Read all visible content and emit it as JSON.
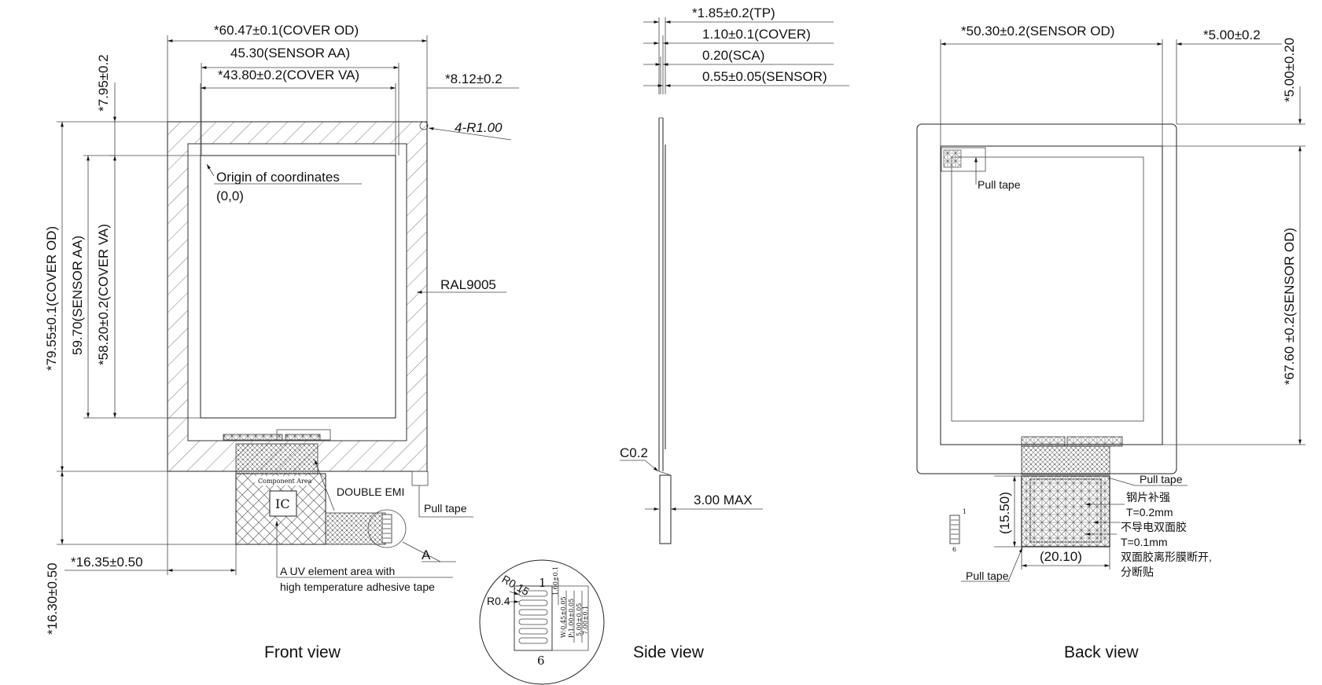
{
  "front": {
    "title": "Front view",
    "cover_od_width": "*60.47±0.1(COVER OD)",
    "sensor_aa_width": "45.30(SENSOR AA)",
    "cover_va_width": "*43.80±0.2(COVER VA)",
    "right_offset": "*8.12±0.2",
    "top_offset": "*7.95±0.2",
    "corner_radius": "4-R1.00",
    "origin_label": "Origin of coordinates",
    "origin_value": "(0,0)",
    "ral_label": "RAL9005",
    "cover_od_height": "*79.55±0.1(COVER OD)",
    "sensor_aa_height": "59.70(SENSOR AA)",
    "cover_va_height": "*58.20±0.2(COVER VA)",
    "component_area": "Component Area",
    "ic_label": "IC",
    "double_emi": "DOUBLE EMI",
    "pull_tape": "Pull tape",
    "detail_marker": "A",
    "fpc_offset": "*16.35±0.50",
    "fpc_length": "*16.30±0.50",
    "uv_note_line1": "A UV element area with",
    "uv_note_line2": "high temperature adhesive tape"
  },
  "detail": {
    "r015": "R0.15",
    "r04": "R0.4",
    "pin_first": "1",
    "pin_last": "6",
    "d1": "1.60±0.1",
    "d2": "W:0.45±0.05",
    "d3": "P:1.00±0.05",
    "d4": "5.00±0.05",
    "d5": "7.00±0.1"
  },
  "side": {
    "title": "Side view",
    "tp": "*1.85±0.2(TP)",
    "cover": "1.10±0.1(COVER)",
    "sca": "0.20(SCA)",
    "sensor": "0.55±0.05(SENSOR)",
    "chamfer": "C0.2",
    "max": "3.00 MAX"
  },
  "back": {
    "title": "Back view",
    "sensor_od_width": "*50.30±0.2(SENSOR OD)",
    "right_offset": "*5.00±0.2",
    "top_offset": "*5.00±0.20",
    "sensor_od_height": "*67.60 ±0.2(SENSOR OD)",
    "pull_tape_top": "Pull tape",
    "pull_tape_right": "Pull tape",
    "steel": "钢片补强",
    "steel_t": "T=0.2mm",
    "adhesive": "不导电双面胶",
    "adhesive_t": "T=0.1mm",
    "release_line1": "双面胶离形膜断开,",
    "release_line2": "分断贴",
    "stiffener_h": "(15.50)",
    "stiffener_w": "(20.10)",
    "pull_tape_bottom": "Pull tape",
    "pin_first": "1",
    "pin_last": "6"
  }
}
